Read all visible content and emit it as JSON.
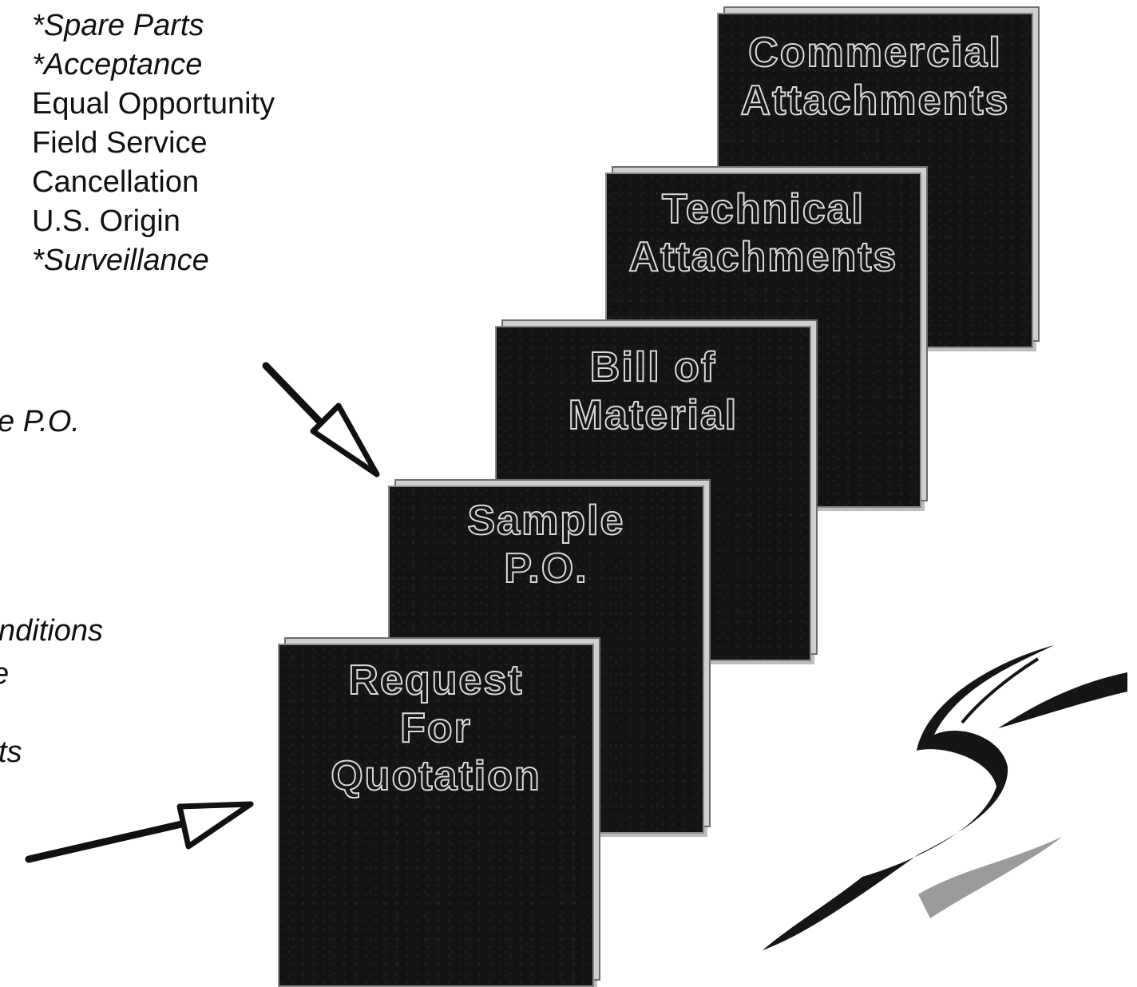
{
  "clauses": [
    {
      "text": "*Spare Parts",
      "italic": true
    },
    {
      "text": "*Acceptance",
      "italic": true
    },
    {
      "text": "Equal Opportunity",
      "italic": false
    },
    {
      "text": "Field Service",
      "italic": false
    },
    {
      "text": "Cancellation",
      "italic": false
    },
    {
      "text": "U.S. Origin",
      "italic": false
    },
    {
      "text": "*Surveillance",
      "italic": true
    }
  ],
  "fragments": {
    "po": "e P.O.",
    "conditions": "nditions",
    "e": "e",
    "ts": "ts"
  },
  "documents": {
    "commercial": {
      "line1": "Commercial",
      "line2": "Attachments"
    },
    "technical": {
      "line1": "Technical",
      "line2": "Attachments"
    },
    "bom": {
      "line1": "Bill of",
      "line2": "Material"
    },
    "po": {
      "line1": "Sample",
      "line2": "P.O."
    },
    "rfq": {
      "line1": "Request",
      "line2": "For",
      "line3": "Quotation"
    }
  },
  "colors": {
    "doc_fill": "#141414",
    "outline_text": "#d8d8d8",
    "ink": "#111111"
  }
}
